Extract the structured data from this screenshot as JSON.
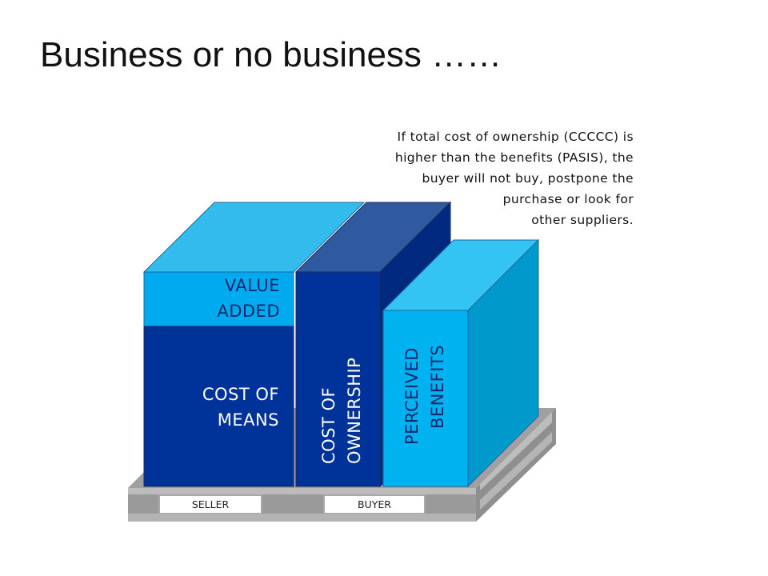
{
  "slide": {
    "title": "Business or no business ……",
    "note_lines": [
      "If total cost of ownership (CCCCC) is",
      "higher than the benefits  (PASIS), the",
      "buyer will not buy, postpone  the",
      "purchase or look for",
      "other suppliers."
    ]
  },
  "diagram": {
    "value_added": [
      "VALUE",
      "ADDED"
    ],
    "cost_of_means": [
      "COST OF",
      "MEANS"
    ],
    "cost_of_ownership": [
      "COST OF",
      "OWNERSHIP"
    ],
    "perceived_benefits": [
      "PERCEIVED",
      "BENEFITS"
    ],
    "pallet_left": "SELLER",
    "pallet_right": "BUYER"
  },
  "colors": {
    "light_blue": "#33bbee",
    "mid_blue": "#0099cc",
    "dark_blue": "#003399",
    "navy": "#002a80",
    "pallet_gray": "#a9a9a9"
  }
}
